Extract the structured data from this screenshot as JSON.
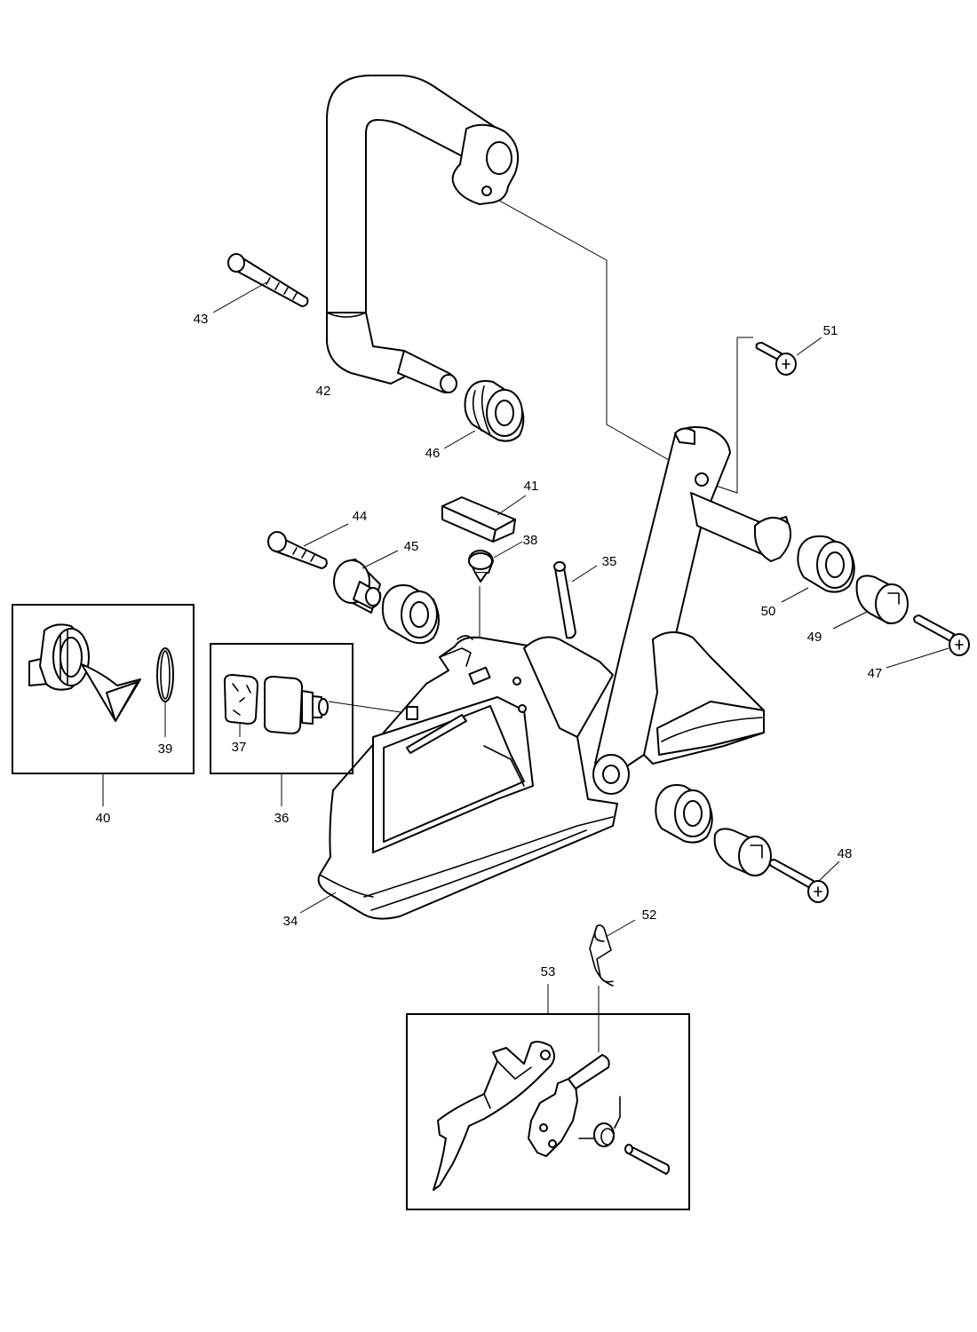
{
  "diagram": {
    "part_numbers": {
      "p34": "34",
      "p35": "35",
      "p36": "36",
      "p37": "37",
      "p38": "38",
      "p39": "39",
      "p40": "40",
      "p41": "41",
      "p42": "42",
      "p43": "43",
      "p44": "44",
      "p45": "45",
      "p46": "46",
      "p47": "47",
      "p48": "48",
      "p49": "49",
      "p50": "50",
      "p51": "51",
      "p52": "52",
      "p53": "53"
    },
    "colors": {
      "line": "#000000",
      "background": "#ffffff",
      "shading": "#5a5a5a"
    }
  }
}
